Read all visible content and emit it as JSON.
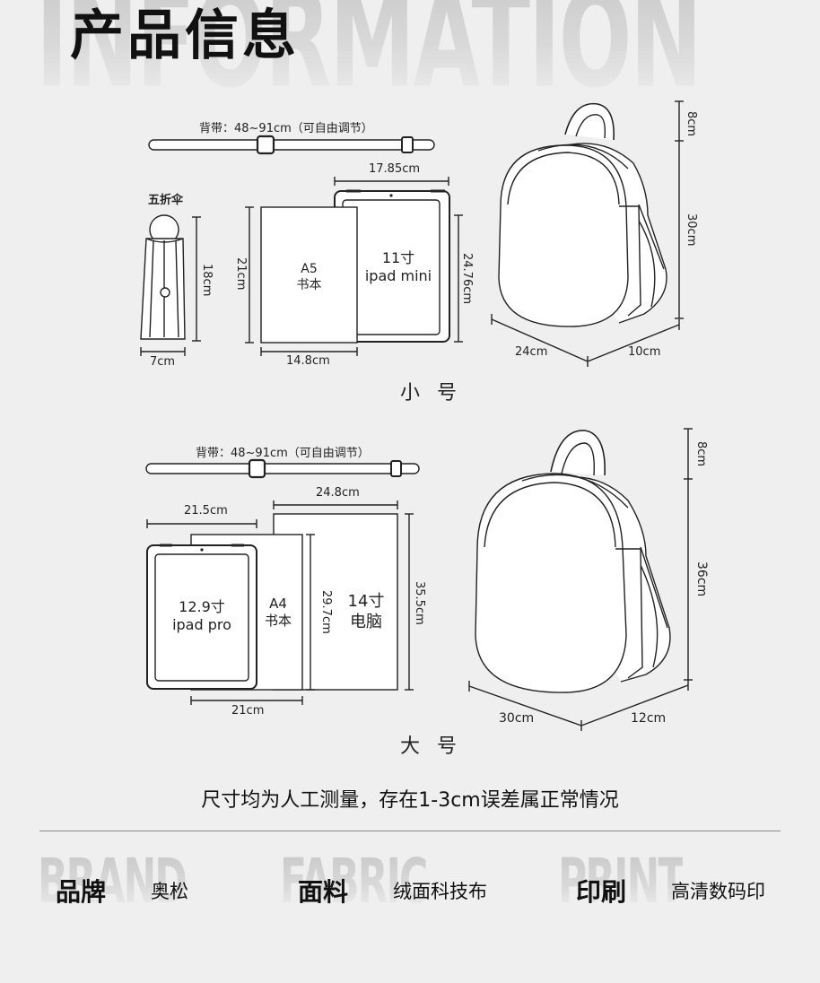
{
  "header": {
    "bg_word": "INFORMATION",
    "title": "产品信息"
  },
  "small": {
    "strap_label": "背带：48~91cm（可自由调节）",
    "umbrella_label": "五折伞",
    "umbrella_height": "18cm",
    "umbrella_width": "7cm",
    "book_height": "21cm",
    "book_width": "14.8cm",
    "book_name": "A5",
    "book_sub": "书本",
    "tablet_top": "17.85cm",
    "tablet_height": "24.76cm",
    "tablet_name": "11寸",
    "tablet_sub": "ipad mini",
    "bag_top": "8cm",
    "bag_height": "30cm",
    "bag_width": "24cm",
    "bag_depth": "10cm",
    "size_label": "小 号"
  },
  "large": {
    "strap_label": "背带：48~91cm（可自由调节）",
    "laptop_top": "24.8cm",
    "tablet_top": "21.5cm",
    "tablet_name": "12.9寸",
    "tablet_sub": "ipad pro",
    "book_name": "A4",
    "book_sub": "书本",
    "book_height": "29.7cm",
    "book_width": "21cm",
    "laptop_name": "14寸",
    "laptop_sub": "电脑",
    "laptop_height": "35.5cm",
    "bag_top": "8cm",
    "bag_height": "36cm",
    "bag_width": "30cm",
    "bag_depth": "12cm",
    "size_label": "大 号"
  },
  "note": "尺寸均为人工测量，存在1-3cm误差属正常情况",
  "specs": [
    {
      "bg": "BRAND",
      "key": "品牌",
      "value": "奥松"
    },
    {
      "bg": "FABRIC",
      "key": "面料",
      "value": "绒面科技布"
    },
    {
      "bg": "PRINT",
      "key": "印刷",
      "value": "高清数码印"
    }
  ]
}
